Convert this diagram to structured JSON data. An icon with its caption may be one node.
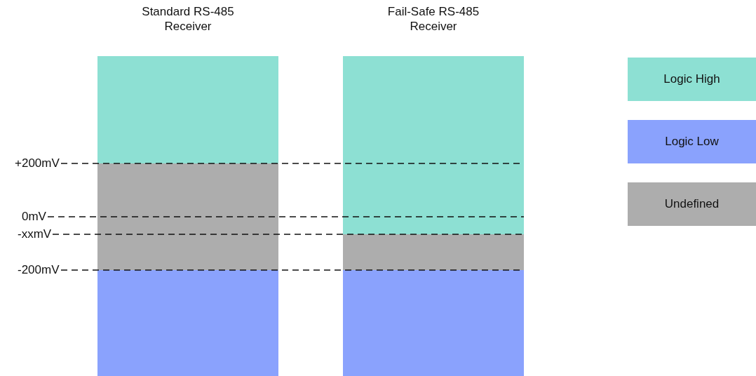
{
  "diagram": {
    "nodes": [
      {
        "text": [
          "Standard RS-485 Receiver"
        ]
      },
      {
        "text": [],
        "shape": "bar",
        "in": 0
      },
      {
        "text": [],
        "shape": "bar",
        "in": 0
      },
      {
        "text": [],
        "shape": "bar",
        "in": 0
      },
      {
        "text": [
          "Fail-Safe RS-485 Receiver"
        ]
      },
      {
        "text": [],
        "shape": "bar",
        "in": 4
      },
      {
        "text": [],
        "shape": "bar",
        "in": 4
      },
      {
        "text": [],
        "shape": "bar",
        "in": 4
      }
    ],
    "labels": [
      "+200mV",
      "0mV",
      "-xxmV",
      "-200mV"
    ],
    "legend": [
      {
        "text": "Logic High",
        "color": "#8de0d3"
      },
      {
        "text": "Logic Low",
        "color": "#8aa2fd"
      },
      {
        "text": "Undefined",
        "color": "#adadad"
      }
    ]
  }
}
